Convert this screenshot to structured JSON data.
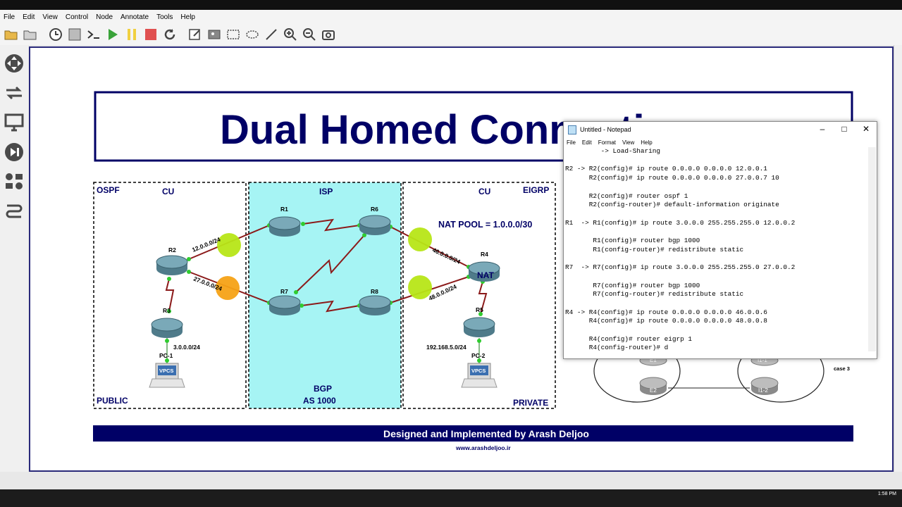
{
  "menu": [
    "File",
    "Edit",
    "View",
    "Control",
    "Node",
    "Annotate",
    "Tools",
    "Help"
  ],
  "toolbar_icons": [
    "open-folder-icon",
    "folder-icon",
    "clock-icon",
    "snapshot-icon",
    "console-icon",
    "start-icon",
    "pause-icon",
    "stop-icon",
    "reload-icon",
    "edit-note-icon",
    "image-icon",
    "rectangle-icon",
    "ellipse-icon",
    "line-icon",
    "zoom-in-icon",
    "zoom-out-icon",
    "screenshot-icon"
  ],
  "diagram": {
    "title": "Dual Homed Connection",
    "left": {
      "protocol": "OSPF",
      "site": "CU",
      "label": "PUBLIC"
    },
    "middle": {
      "site": "ISP",
      "bgp": "BGP",
      "as": "AS 1000"
    },
    "right": {
      "site": "CU",
      "protocol": "EIGRP",
      "nat_pool": "NAT POOL = 1.0.0.0/30",
      "label": "PRIVATE"
    },
    "nodes": {
      "r1": "R1",
      "r2": "R2",
      "r3": "R3",
      "r4": "R4",
      "r5": "R5",
      "r6": "R6",
      "r7": "R7",
      "r8": "R8",
      "pc1": "PC-1",
      "pc2": "PC-2",
      "vpcs": "VPCS",
      "nat": "NAT",
      "e1": "E1",
      "e2": "E2",
      "i11": "I1-1",
      "i12": "I1-2"
    },
    "links": {
      "l1": "12.0.0.0/24",
      "l2": "27.0.0.0/24",
      "l3": "3.0.0.0/24",
      "l4": "46.0.0.0/24",
      "l5": "48.0.0.0/24",
      "l6": "192.168.5.0/24"
    },
    "case": "case 3",
    "footer": "Designed and Implemented by Arash Deljoo",
    "website": "www.arashdeljoo.ir"
  },
  "notepad": {
    "title": "Untitled - Notepad",
    "menu": [
      "File",
      "Edit",
      "Format",
      "View",
      "Help"
    ],
    "lines": [
      "         -> Load-Sharing",
      "",
      "R2 -> R2(config)# ip route 0.0.0.0 0.0.0.0 12.0.0.1",
      "      R2(config)# ip route 0.0.0.0 0.0.0.0 27.0.0.7 10",
      "",
      "      R2(config)# router ospf 1",
      "      R2(config-router)# default-information originate",
      "",
      "R1  -> R1(config)# ip route 3.0.0.0 255.255.255.0 12.0.0.2",
      "",
      "       R1(config)# router bgp 1000",
      "       R1(config-router)# redistribute static",
      "",
      "R7  -> R7(config)# ip route 3.0.0.0 255.255.255.0 27.0.0.2",
      "",
      "       R7(config)# router bgp 1000",
      "       R7(config-router)# redistribute static",
      "",
      "R4 -> R4(config)# ip route 0.0.0.0 0.0.0.0 46.0.0.6",
      "      R4(config)# ip route 0.0.0.0 0.0.0.0 48.0.0.8",
      "",
      "      R4(config)# router eigrp 1",
      "      R4(config-router)# d"
    ]
  },
  "clock": "1:58 PM"
}
